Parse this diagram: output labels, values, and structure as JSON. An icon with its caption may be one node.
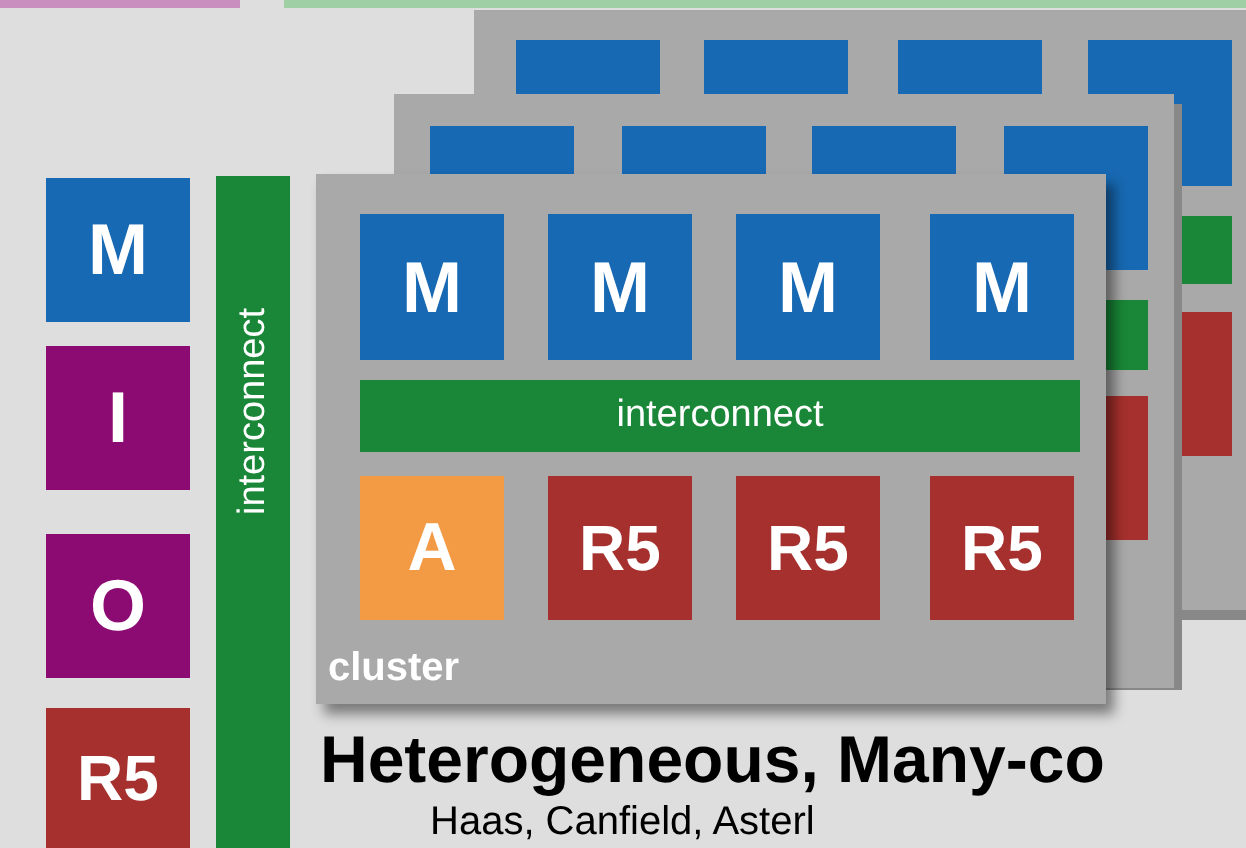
{
  "diagram": {
    "nodes": [
      {
        "text": [
          "M"
        ]
      },
      {
        "text": [
          "I"
        ]
      },
      {
        "text": [
          "O"
        ]
      },
      {
        "text": [
          "R5"
        ]
      },
      {
        "text": [
          "interconnect"
        ]
      },
      {
        "text": [
          "cluster"
        ]
      },
      {
        "text": [
          "M"
        ],
        "in": 5
      },
      {
        "text": [
          "M"
        ],
        "in": 5
      },
      {
        "text": [
          "M"
        ],
        "in": 5
      },
      {
        "text": [
          "M"
        ],
        "in": 5
      },
      {
        "text": [
          "interconnect"
        ],
        "in": 5
      },
      {
        "text": [
          "A"
        ],
        "in": 5
      },
      {
        "text": [
          "R5"
        ],
        "in": 5
      },
      {
        "text": [
          "R5"
        ],
        "in": 5
      },
      {
        "text": [
          "R5"
        ],
        "in": 5
      }
    ],
    "labels": [
      "Heterogeneous, Many-co",
      "Haas, Canfield, Asterl"
    ]
  }
}
